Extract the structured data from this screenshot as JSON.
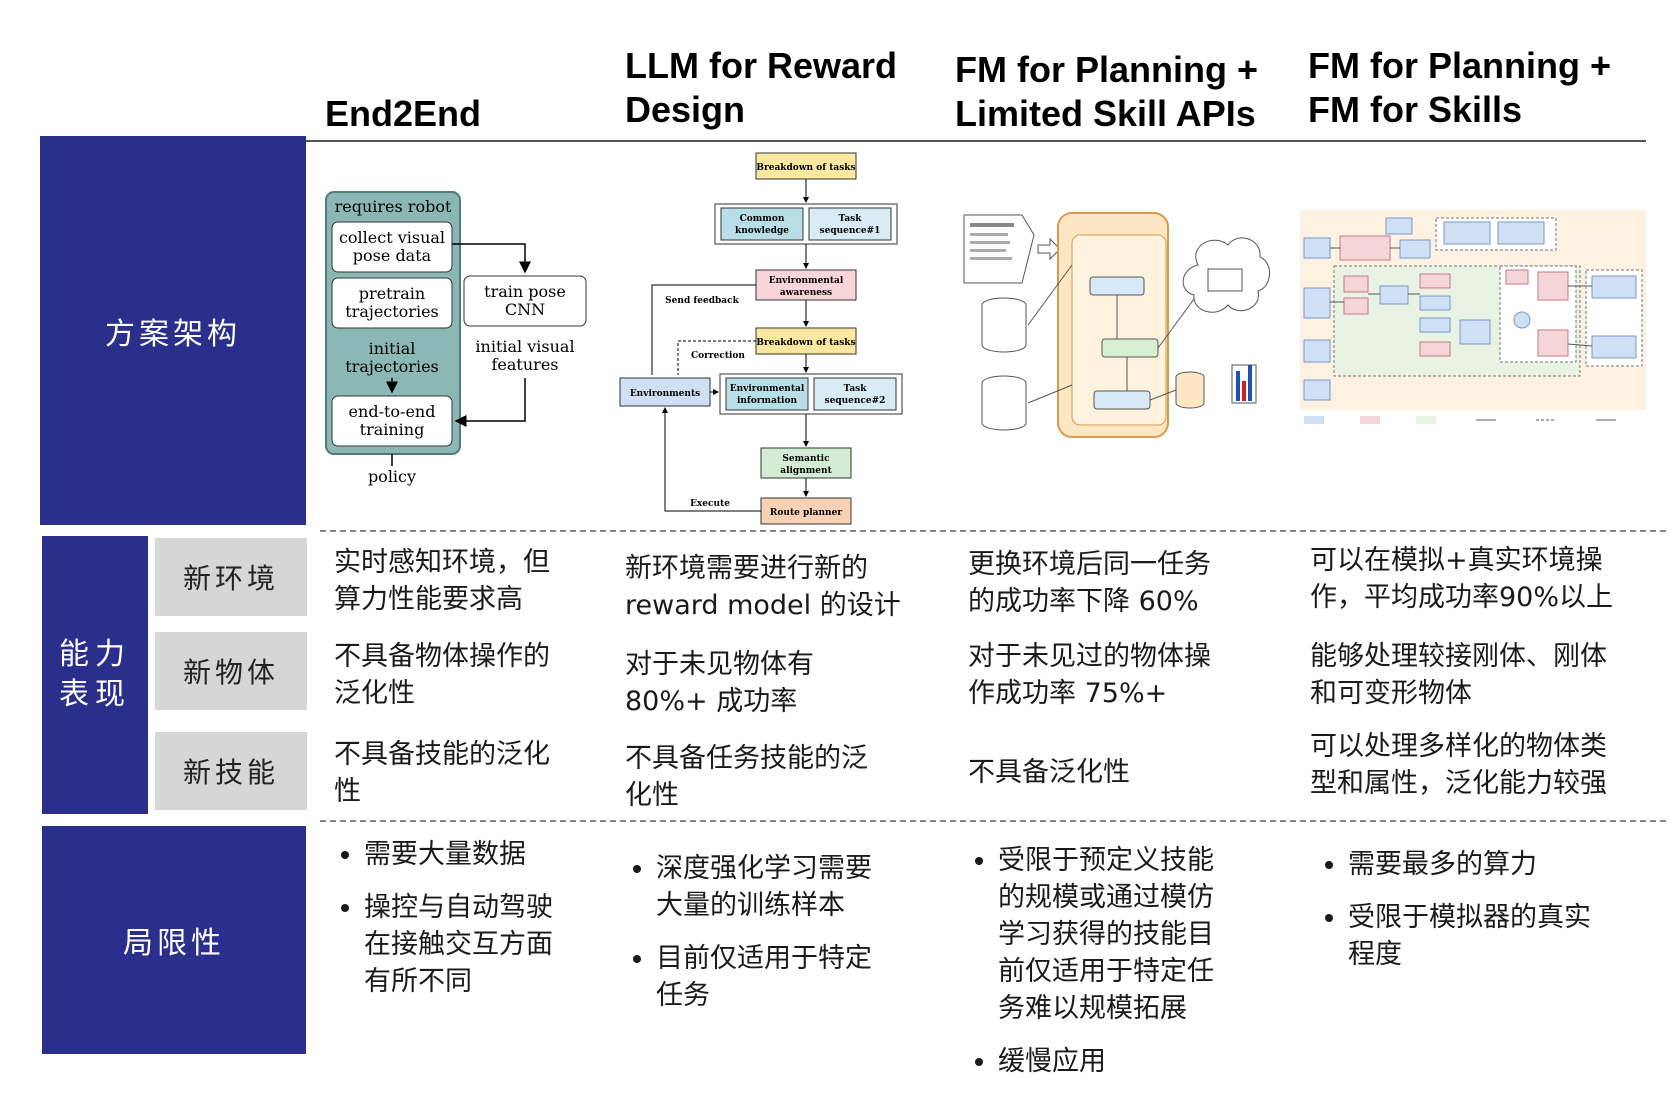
{
  "columns": [
    "End2End",
    "LLM for Reward Design",
    "FM for Planning + Limited Skill APIs",
    "FM for Planning + FM for Skills"
  ],
  "column_lines": [
    [
      "End2End"
    ],
    [
      "LLM for Reward",
      "Design"
    ],
    [
      "FM for Planning +",
      "Limited Skill APIs"
    ],
    [
      "FM for Planning +",
      "FM for Skills"
    ]
  ],
  "rows": {
    "architecture": "方案架构",
    "capability": "能力表现",
    "capability_lines": [
      "能力",
      "表现"
    ],
    "sub": [
      "新环境",
      "新物体",
      "新技能"
    ],
    "limitations": "局限性"
  },
  "diagram_end2end": {
    "requires": "requires robot",
    "collect": [
      "collect visual",
      "pose data"
    ],
    "pretrain": [
      "pretrain",
      "trajectories"
    ],
    "initial": [
      "initial",
      "trajectories"
    ],
    "e2e": [
      "end-to-end",
      "training"
    ],
    "policy": "policy",
    "train_cnn": [
      "train pose",
      "CNN"
    ],
    "init_feat": [
      "initial visual",
      "features"
    ]
  },
  "diagram_reward": {
    "breakdown1": "Breakdown of tasks",
    "common": [
      "Common",
      "knowledge"
    ],
    "task1": [
      "Task",
      "sequence#1"
    ],
    "env_aware": [
      "Environmental",
      "awareness"
    ],
    "send_feedback": "Send feedback",
    "breakdown2": "Breakdown of tasks",
    "correction": "Correction",
    "environments": "Environments",
    "env_info": [
      "Environmental",
      "information"
    ],
    "task2": [
      "Task",
      "sequence#2"
    ],
    "semantic": [
      "Semantic",
      "alignment"
    ],
    "execute": "Execute",
    "route": "Route planner"
  },
  "cells": {
    "env": [
      [
        "实时感知环境，但",
        "算力性能要求高"
      ],
      [
        "新环境需要进行新的",
        "reward model 的设计"
      ],
      [
        "更换环境后同一任务",
        "的成功率下降 60%"
      ],
      [
        "可以在模拟+真实环境操",
        "作，平均成功率90%以上"
      ]
    ],
    "obj": [
      [
        "不具备物体操作的",
        "泛化性"
      ],
      [
        "对于未见物体有",
        "80%+ 成功率"
      ],
      [
        "对于未见过的物体操",
        "作成功率 75%+"
      ],
      [
        "能够处理较接刚体、刚体",
        "和可变形物体"
      ]
    ],
    "skill": [
      [
        "不具备技能的泛化",
        "性"
      ],
      [
        "不具备任务技能的泛",
        "化性"
      ],
      [
        "不具备泛化性"
      ],
      [
        "可以处理多样化的物体类",
        "型和属性，泛化能力较强"
      ]
    ]
  },
  "limits": [
    [
      [
        "需要大量数据"
      ],
      [
        "操控与自动驾驶",
        "在接触交互方面",
        "有所不同"
      ]
    ],
    [
      [
        "深度强化学习需要",
        "大量的训练样本"
      ],
      [
        "目前仅适用于特定",
        "任务"
      ]
    ],
    [
      [
        "受限于预定义技能",
        "的规模或通过模仿",
        "学习获得的技能目",
        "前仅适用于特定任",
        "务难以规模拓展"
      ],
      [
        "缓慢应用"
      ]
    ],
    [
      [
        "需要最多的算力"
      ],
      [
        "受限于模拟器的真实",
        "程度"
      ]
    ]
  ],
  "colors": {
    "navy": "#2b2f8c",
    "gray": "#d6d6d6",
    "teal": "#8bb8b4"
  }
}
